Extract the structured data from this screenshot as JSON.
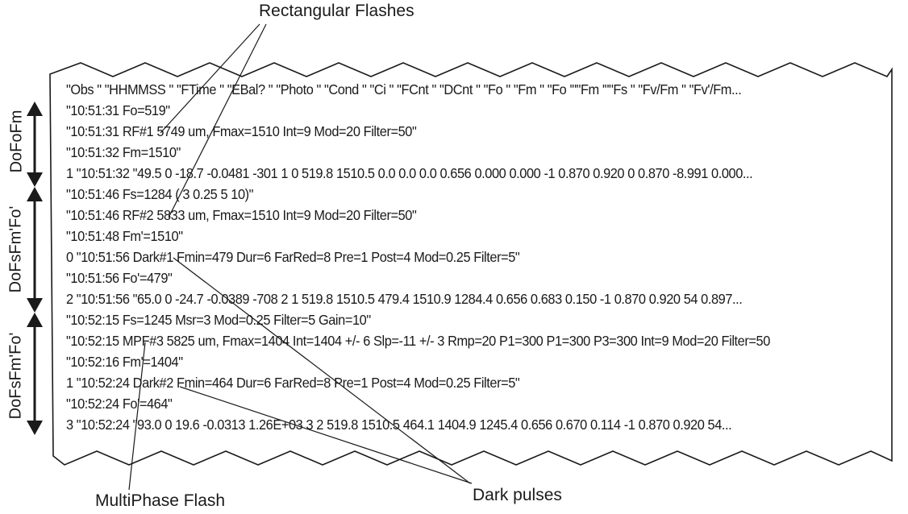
{
  "callouts": {
    "rectangular_flashes": "Rectangular Flashes",
    "multiphase_flash": "MultiPhase Flash",
    "dark_pulses": "Dark pulses"
  },
  "side_labels": {
    "dofofm": "DoFoFm",
    "dofsfm_fo_1": "DoFsFm'Fo'",
    "dofsfm_fo_2": "DoFsFm'Fo'"
  },
  "log_lines": [
    "\"Obs \" \"HHMMSS \" \"FTime \" \"EBal? \" \"Photo \" \"Cond \" \"Ci \" \"FCnt \" \"DCnt \" \"Fo \" \"Fm \" \"Fo '\"\"Fm '\"\"Fs \" \"Fv/Fm \" \"Fv'/Fm...",
    "\"10:51:31 Fo=519\"",
    "\"10:51:31 RF#1 5749 um, Fmax=1510 Int=9 Mod=20 Filter=50\"",
    "\"10:51:32 Fm=1510\"",
    "1 \"10:51:32 \"49.5 0 -18.7 -0.0481 -301 1 0 519.8 1510.5 0.0 0.0 0.0 0.656 0.000 0.000 -1 0.870 0.920 0 0.870 -8.991 0.000...",
    "\"10:51:46 Fs=1284 (   3 0.25   5  10)\"",
    "\"10:51:46 RF#2 5833 um, Fmax=1510 Int=9 Mod=20 Filter=50\"",
    "\"10:51:48 Fm'=1510\"",
    "0 \"10:51:56 Dark#1 Fmin=479 Dur=6 FarRed=8 Pre=1 Post=4 Mod=0.25 Filter=5\"",
    "\"10:51:56 Fo'=479\"",
    "2 \"10:51:56 \"65.0 0 -24.7 -0.0389 -708 2 1 519.8 1510.5 479.4 1510.9 1284.4 0.656 0.683 0.150 -1 0.870 0.920 54 0.897...",
    "\"10:52:15 Fs=1245 Msr=3 Mod=0.25 Filter=5 Gain=10\"",
    "\"10:52:15 MPF#3 5825 um, Fmax=1404 Int=1404 +/- 6 Slp=-11 +/- 3 Rmp=20 P1=300 P1=300 P3=300 Int=9 Mod=20 Filter=50",
    "\"10:52:16 Fm'=1404\"",
    "1 \"10:52:24 Dark#2 Fmin=464 Dur=6 FarRed=8 Pre=1 Post=4 Mod=0.25 Filter=5\"",
    "\"10:52:24 Fo'=464\"",
    "3 \"10:52:24 \"93.0 0 19.6 -0.0313 1.26E+03 3 2 519.8 1510.5 464.1 1404.9 1245.4 0.656 0.670 0.114 -1 0.870 0.920 54..."
  ]
}
